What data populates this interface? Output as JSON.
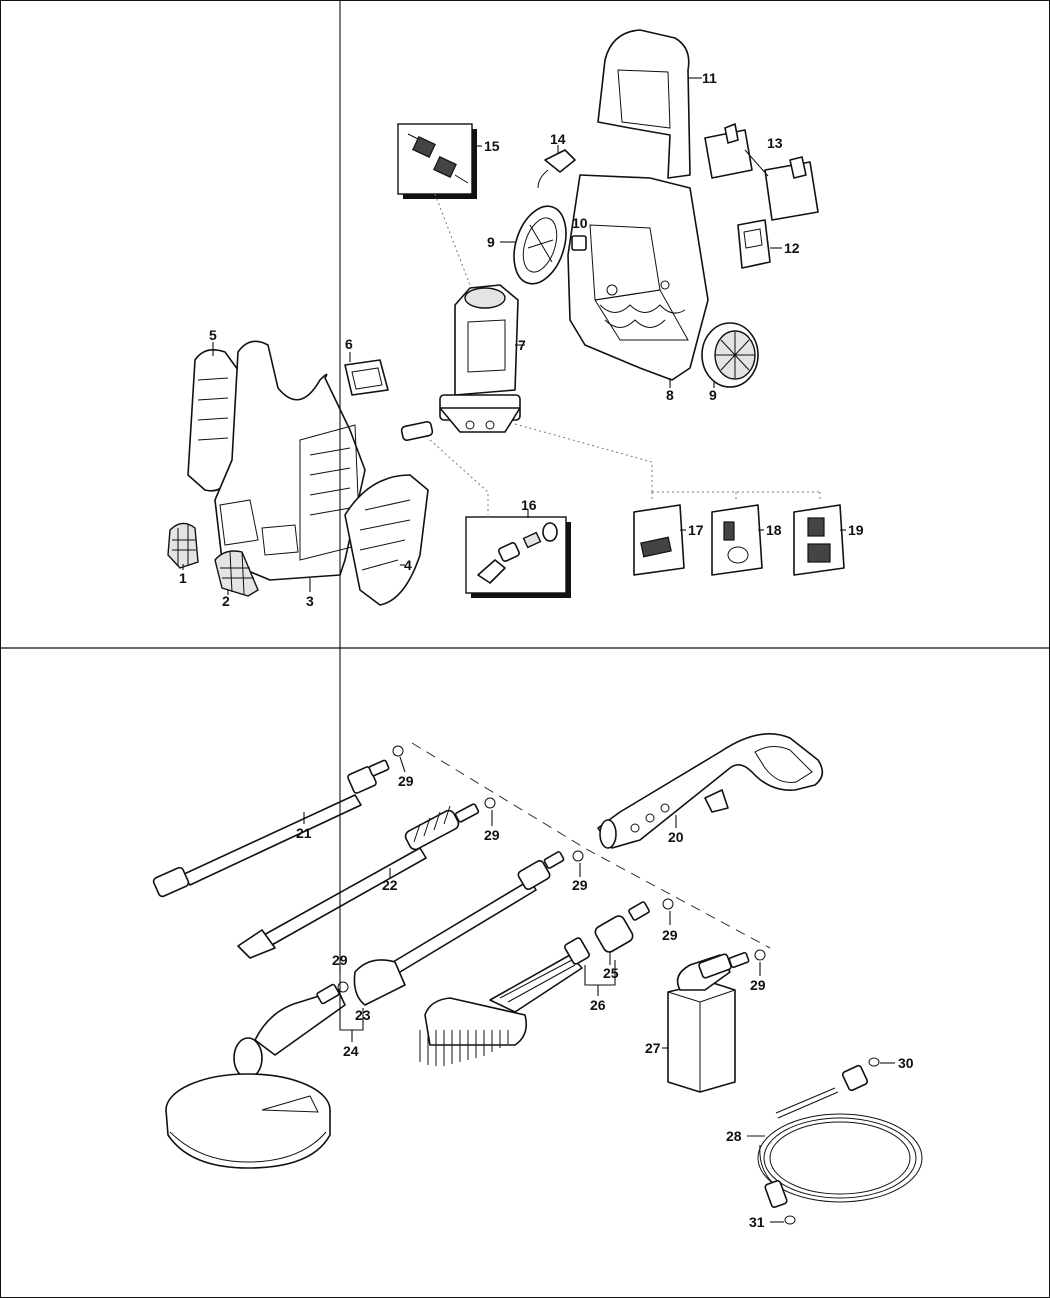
{
  "callouts": {
    "c1": "1",
    "c2": "2",
    "c3": "3",
    "c4": "4",
    "c5": "5",
    "c6": "6",
    "c7": "7",
    "c8": "8",
    "c9a": "9",
    "c9b": "9",
    "c10": "10",
    "c11": "11",
    "c12": "12",
    "c13": "13",
    "c14": "14",
    "c15": "15",
    "c16": "16",
    "c17": "17",
    "c18": "18",
    "c19": "19",
    "c20": "20",
    "c21": "21",
    "c22": "22",
    "c23": "23",
    "c24": "24",
    "c25": "25",
    "c26": "26",
    "c27": "27",
    "c28": "28",
    "c29a": "29",
    "c29b": "29",
    "c29c": "29",
    "c29d": "29",
    "c29e": "29",
    "c29f": "29",
    "c30": "30",
    "c31": "31"
  },
  "colors": {
    "line": "#111111",
    "background": "#ffffff",
    "shade": "#e4e4e4"
  }
}
